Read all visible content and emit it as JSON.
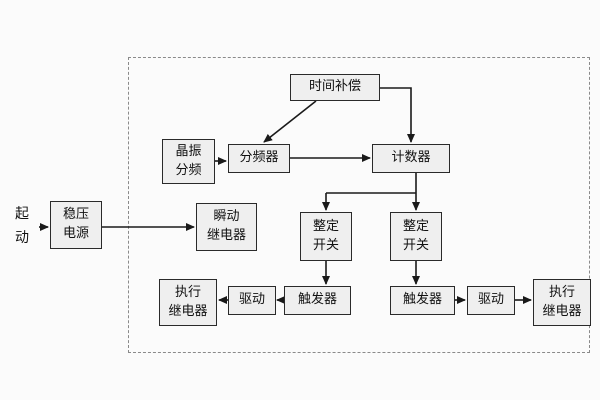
{
  "diagram": {
    "title": "",
    "external": {
      "start": {
        "label": "起\n动"
      }
    },
    "nodes": {
      "time_compensation": {
        "label": "时间补偿"
      },
      "crystal_divider": {
        "label": "晶振\n分频"
      },
      "frequency_divider": {
        "label": "分频器"
      },
      "counter": {
        "label": "计数器"
      },
      "power_supply": {
        "label": "稳压\n电源"
      },
      "instant_relay": {
        "label": "瞬动\n继电器"
      },
      "setting_switch_left": {
        "label": "整定\n开关"
      },
      "setting_switch_right": {
        "label": "整定\n开关"
      },
      "trigger_left": {
        "label": "触发器"
      },
      "drive_left": {
        "label": "驱动"
      },
      "exec_relay_left": {
        "label": "执行\n继电器"
      },
      "trigger_right": {
        "label": "触发器"
      },
      "drive_right": {
        "label": "驱动"
      },
      "exec_relay_right": {
        "label": "执行\n继电器"
      }
    },
    "edges": [
      {
        "from": "start",
        "to": "power_supply"
      },
      {
        "from": "power_supply",
        "to": "instant_relay"
      },
      {
        "from": "time_compensation",
        "to": "frequency_divider"
      },
      {
        "from": "time_compensation",
        "to": "counter"
      },
      {
        "from": "crystal_divider",
        "to": "frequency_divider"
      },
      {
        "from": "frequency_divider",
        "to": "counter"
      },
      {
        "from": "counter",
        "to": "setting_switch_left"
      },
      {
        "from": "counter",
        "to": "setting_switch_right"
      },
      {
        "from": "setting_switch_left",
        "to": "trigger_left"
      },
      {
        "from": "setting_switch_right",
        "to": "trigger_right"
      },
      {
        "from": "trigger_left",
        "to": "drive_left"
      },
      {
        "from": "drive_left",
        "to": "exec_relay_left"
      },
      {
        "from": "trigger_right",
        "to": "drive_right"
      },
      {
        "from": "drive_right",
        "to": "exec_relay_right"
      }
    ],
    "colors": {
      "background": "#fbfbfb",
      "box_fill": "#efefef",
      "box_border": "#2a2a2a",
      "line": "#1a1a1a",
      "dashed_border": "#8a8a8a",
      "text": "#111111"
    }
  }
}
